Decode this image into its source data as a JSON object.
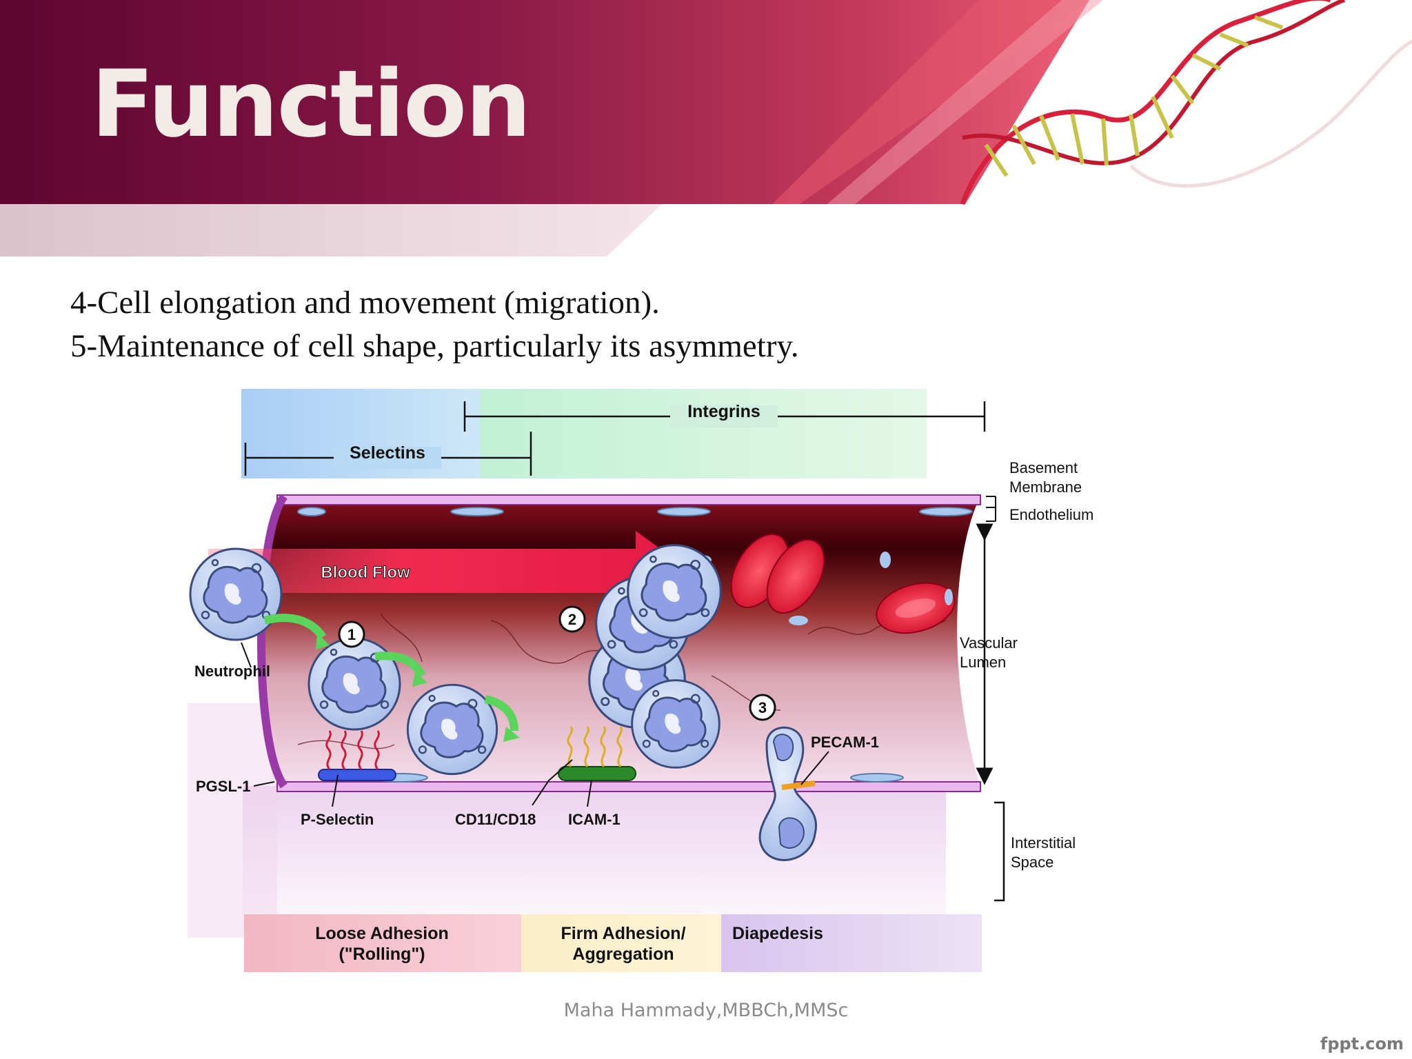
{
  "slide": {
    "title": "Function",
    "points": [
      "4-Cell elongation and movement (migration).",
      "5-Maintenance of cell shape, particularly its asymmetry."
    ],
    "footer": "Maha Hammady,MBBCh,MMSc",
    "brand": "fppt.com"
  },
  "diagram": {
    "integrins": "Integrins",
    "selectins": "Selectins",
    "basement_membrane_1": "Basement",
    "basement_membrane_2": "Membrane",
    "endothelium": "Endothelium",
    "blood_flow": "Blood Flow",
    "vascular_lumen_1": "Vascular",
    "vascular_lumen_2": "Lumen",
    "neutrophil": "Neutrophil",
    "pgsl": "PGSL-1",
    "p_selectin": "P-Selectin",
    "cd11": "CD11/CD18",
    "icam": "ICAM-1",
    "pecam": "PECAM-1",
    "interstitial_1": "Interstitial",
    "interstitial_2": "Space",
    "step1": "1",
    "step2": "2",
    "step3": "3",
    "stage1_line1": "Loose Adhesion",
    "stage1_line2": "(\"Rolling\")",
    "stage2_line1": "Firm Adhesion/",
    "stage2_line2": "Aggregation",
    "stage3": "Diapedesis"
  },
  "colors": {
    "header_dark": "#6a0a36",
    "header_mid": "#a02c55",
    "header_light": "#e8c7d2",
    "title": "#f3ece6",
    "vessel": "#b0104a",
    "cell_fill": "#c7d6f2",
    "nucleus": "#8f9fe6",
    "rbc": "#e01030"
  }
}
